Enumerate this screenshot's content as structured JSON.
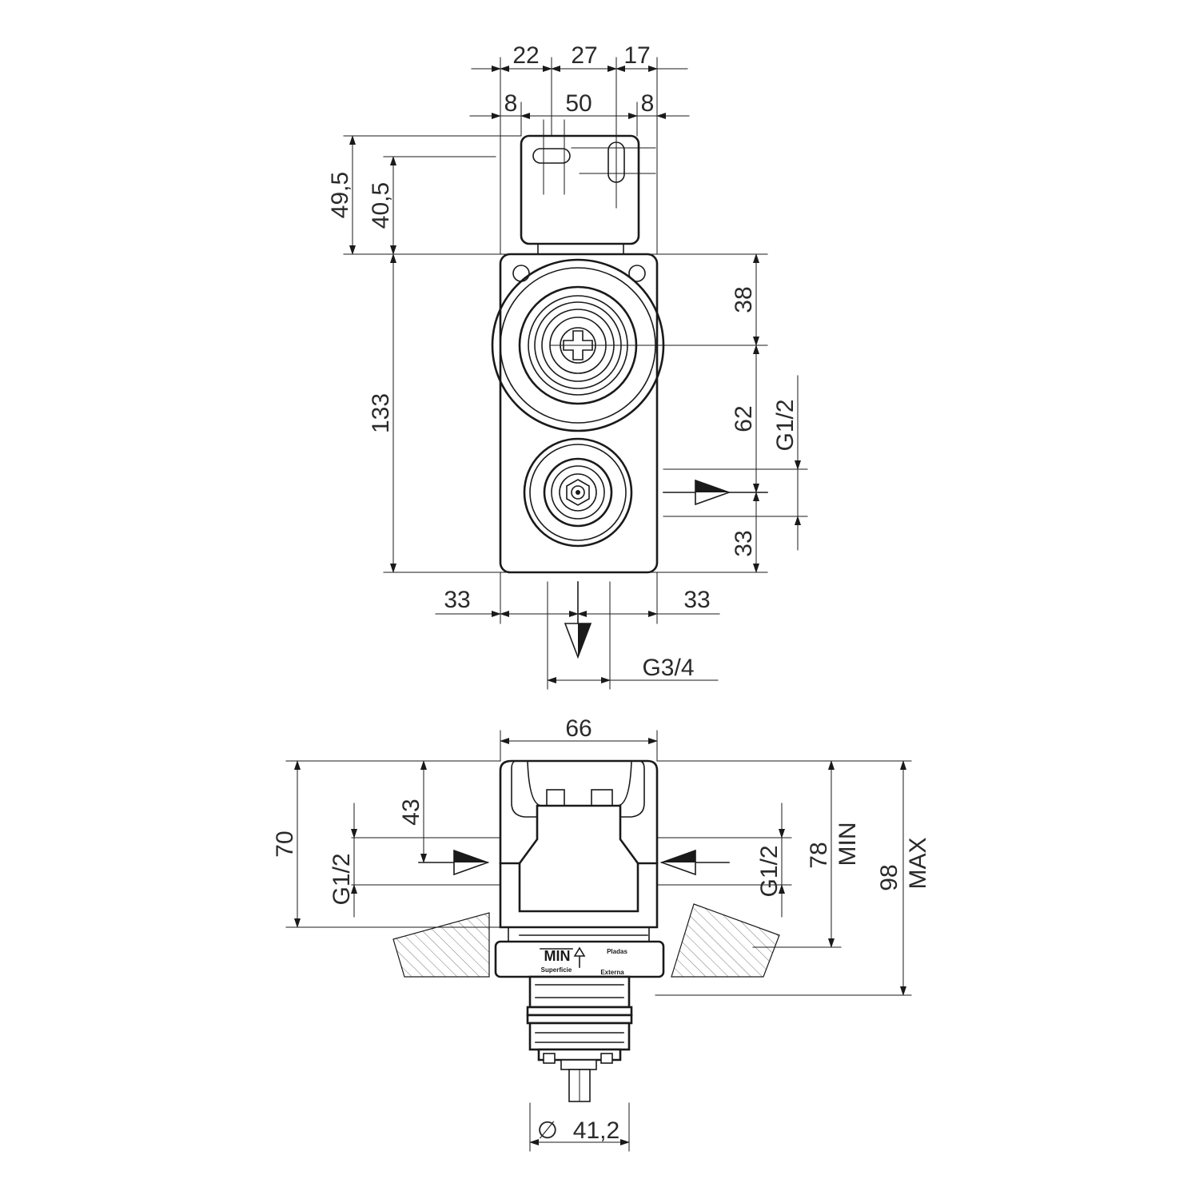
{
  "top_view": {
    "top_dims_row1": [
      "22",
      "27",
      "17"
    ],
    "top_dims_row2": [
      "8",
      "50",
      "8"
    ],
    "left_dims": [
      "49,5",
      "40,5",
      "133"
    ],
    "right_dims": [
      "38",
      "62",
      "33"
    ],
    "right_thread": "G1/2",
    "bottom_dims": [
      "33",
      "33"
    ],
    "outlet_thread": "G3/4"
  },
  "front_view": {
    "width_dim": "66",
    "left_dims": [
      "70",
      "43"
    ],
    "left_thread": "G1/2",
    "right_thread": "G1/2",
    "min_dim": "78",
    "min_label": "MIN",
    "max_dim": "98",
    "max_label": "MAX",
    "diameter_symbol": "∅",
    "diameter_value": "41,2",
    "plate_min_label": "MIN",
    "plate_small_left": "Superficie",
    "plate_small_right": "Externa",
    "plate_small_top": "Pladas"
  }
}
